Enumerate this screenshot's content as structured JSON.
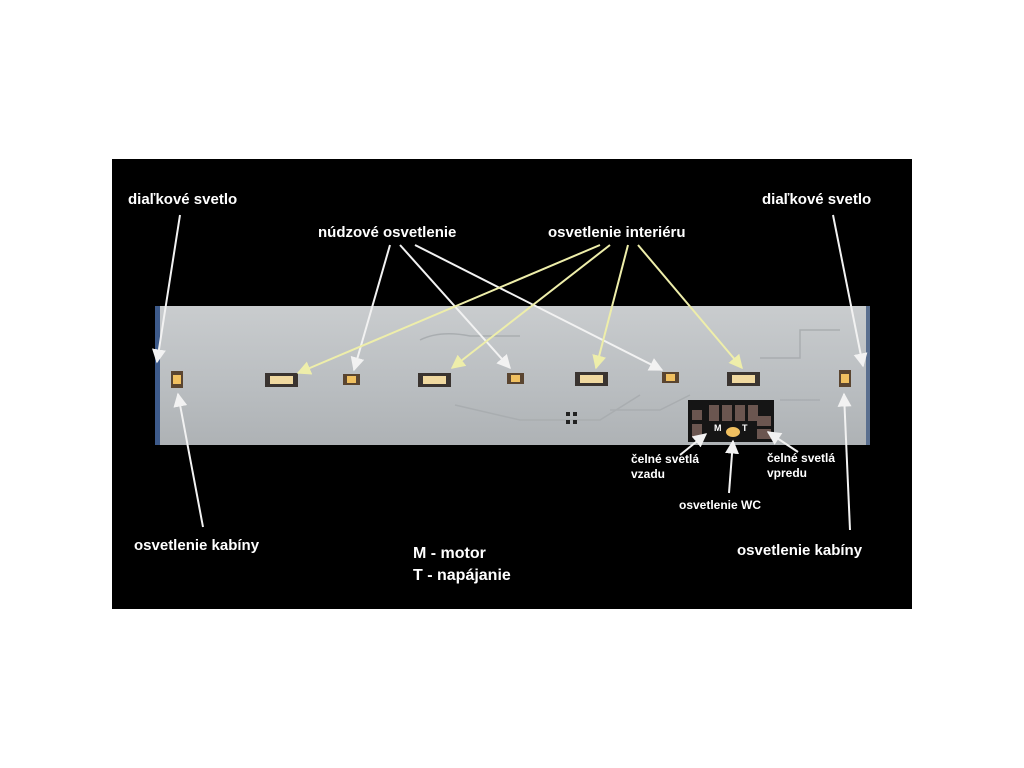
{
  "labels": {
    "high_beam_left": "diaľkové svetlo",
    "high_beam_right": "diaľkové svetlo",
    "emergency": "núdzové osvetlenie",
    "interior": "osvetlenie interiéru",
    "cabin_left": "osvetlenie kabíny",
    "cabin_right": "osvetlenie kabíny",
    "front_rear_1": "čelné svetlá",
    "front_rear_2": "vzadu",
    "front_front_1": "čelné svetlá",
    "front_front_2": "vpredu",
    "wc": "osvetlenie WC"
  },
  "legend": {
    "motor": "M - motor",
    "power": "T - napájanie"
  },
  "board": {
    "pad_m": "M",
    "pad_t": "T"
  },
  "colors": {
    "background": "#000000",
    "board": "#bfc3c6",
    "led_warm": "#f0c060",
    "arrow_white": "#f2f2f2",
    "arrow_yellow": "#eeeeaa",
    "label": "#ffffff"
  }
}
